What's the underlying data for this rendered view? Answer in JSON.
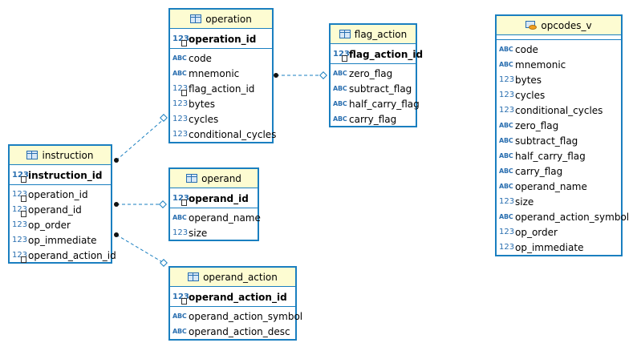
{
  "tables": {
    "operation": {
      "name": "operation",
      "pk": [
        {
          "type": "123",
          "name": "operation_id"
        }
      ],
      "cols": [
        {
          "type": "ABC",
          "name": "code"
        },
        {
          "type": "ABC",
          "name": "mnemonic"
        },
        {
          "type": "123",
          "name": "flag_action_id"
        },
        {
          "type": "123",
          "name": "bytes"
        },
        {
          "type": "123",
          "name": "cycles"
        },
        {
          "type": "123",
          "name": "conditional_cycles"
        }
      ]
    },
    "flag_action": {
      "name": "flag_action",
      "pk": [
        {
          "type": "123",
          "name": "flag_action_id"
        }
      ],
      "cols": [
        {
          "type": "ABC",
          "name": "zero_flag"
        },
        {
          "type": "ABC",
          "name": "subtract_flag"
        },
        {
          "type": "ABC",
          "name": "half_carry_flag"
        },
        {
          "type": "ABC",
          "name": "carry_flag"
        }
      ]
    },
    "instruction": {
      "name": "instruction",
      "pk": [
        {
          "type": "123",
          "name": "instruction_id"
        }
      ],
      "cols": [
        {
          "type": "123",
          "name": "operation_id"
        },
        {
          "type": "123",
          "name": "operand_id"
        },
        {
          "type": "123",
          "name": "op_order"
        },
        {
          "type": "123",
          "name": "op_immediate"
        },
        {
          "type": "123",
          "name": "operand_action_id"
        }
      ]
    },
    "operand": {
      "name": "operand",
      "pk": [
        {
          "type": "123",
          "name": "operand_id"
        }
      ],
      "cols": [
        {
          "type": "ABC",
          "name": "operand_name"
        },
        {
          "type": "123",
          "name": "size"
        }
      ]
    },
    "operand_action": {
      "name": "operand_action",
      "pk": [
        {
          "type": "123",
          "name": "operand_action_id"
        }
      ],
      "cols": [
        {
          "type": "ABC",
          "name": "operand_action_symbol"
        },
        {
          "type": "ABC",
          "name": "operand_action_desc"
        }
      ]
    },
    "opcodes_v": {
      "name": "opcodes_v",
      "pk": [],
      "cols": [
        {
          "type": "ABC",
          "name": "code"
        },
        {
          "type": "ABC",
          "name": "mnemonic"
        },
        {
          "type": "123",
          "name": "bytes"
        },
        {
          "type": "123",
          "name": "cycles"
        },
        {
          "type": "123",
          "name": "conditional_cycles"
        },
        {
          "type": "ABC",
          "name": "zero_flag"
        },
        {
          "type": "ABC",
          "name": "subtract_flag"
        },
        {
          "type": "ABC",
          "name": "half_carry_flag"
        },
        {
          "type": "ABC",
          "name": "carry_flag"
        },
        {
          "type": "ABC",
          "name": "operand_name"
        },
        {
          "type": "123",
          "name": "size"
        },
        {
          "type": "ABC",
          "name": "operand_action_symbol"
        },
        {
          "type": "123",
          "name": "op_order"
        },
        {
          "type": "123",
          "name": "op_immediate"
        }
      ]
    }
  },
  "badged_columns": [
    "operation_id",
    "flag_action_id",
    "instruction_id",
    "operand_id",
    "operand_action_id"
  ],
  "colors": {
    "border": "#1a7fc0",
    "header_bg": "#fdfcd2",
    "type_icon": "#2a6fb0",
    "link": "#1a7fc0"
  }
}
